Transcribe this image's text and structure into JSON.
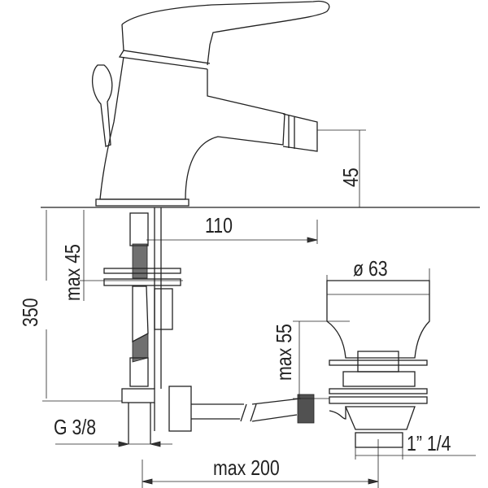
{
  "drawing": {
    "dimensions": {
      "spout_height": "45",
      "spout_reach": "110",
      "max_deck_thickness": "max 45",
      "total_height": "350",
      "drain_diameter": "ø 63",
      "drain_max_thickness": "max 55",
      "inlet_thread": "G 3/8",
      "drain_thread": "1” 1/4",
      "max_distance": "max 200"
    }
  }
}
